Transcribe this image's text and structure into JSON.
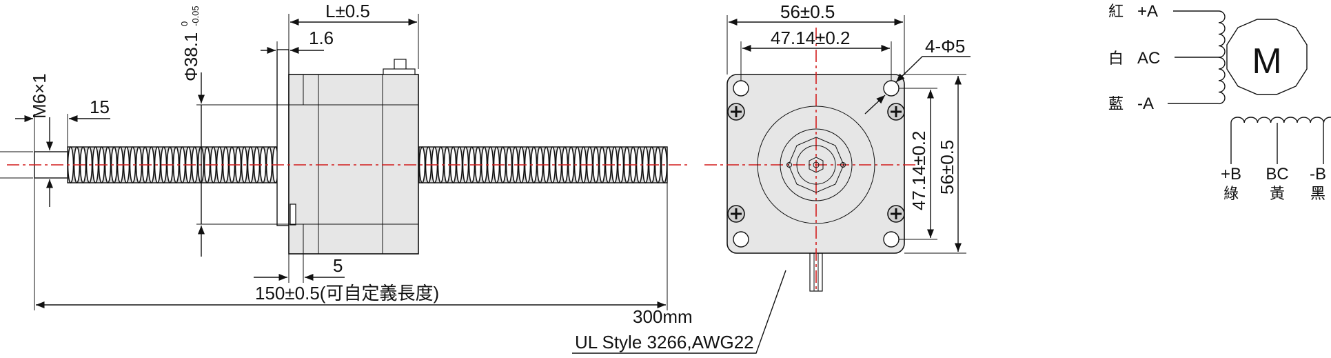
{
  "colors": {
    "centerline": "#d21c1c",
    "body_fill": "#e6e6e6",
    "stroke": "#111111"
  },
  "side_view": {
    "dim_length": "L±0.5",
    "dim_flange": "1.6",
    "dim_diameter": "Φ38.1",
    "dim_diameter_upper_tol": "0",
    "dim_diameter_lower_tol": "-0.05",
    "dim_thread": "M6×1",
    "dim_thread_len": "15",
    "dim_five": "5",
    "dim_stroke": "150±0.5(可自定義長度)",
    "dim_lead_length": "300mm",
    "cable_spec": "UL Style 3266,AWG22"
  },
  "front_view": {
    "dim_width": "56±0.5",
    "dim_hole_spacing": "47.14±0.2",
    "dim_holes": "4-Φ5",
    "dim_hole_spacing_v": "47.14±0.2",
    "dim_height": "56±0.5"
  },
  "wiring": {
    "motor_symbol": "M",
    "left_leads": [
      {
        "color": "紅",
        "signal": "+A"
      },
      {
        "color": "白",
        "signal": "AC"
      },
      {
        "color": "藍",
        "signal": "-A"
      }
    ],
    "bottom_leads": [
      {
        "signal": "+B",
        "color": "綠"
      },
      {
        "signal": "BC",
        "color": "黃"
      },
      {
        "signal": "-B",
        "color": "黑"
      }
    ]
  }
}
